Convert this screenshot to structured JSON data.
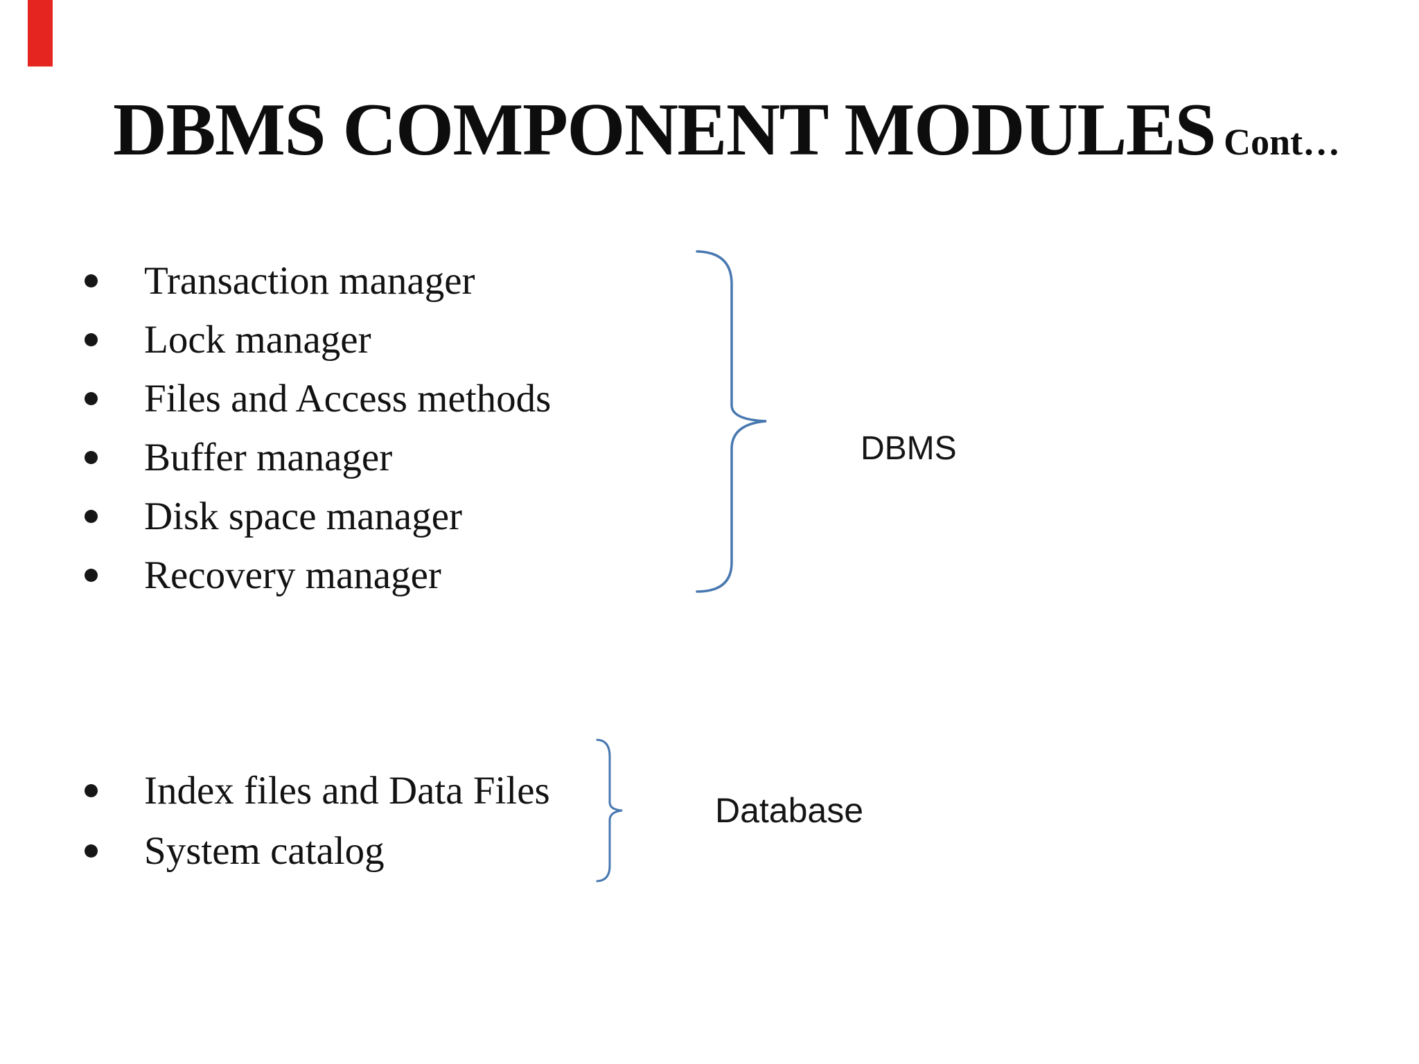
{
  "slide": {
    "decoration": {
      "red_bar_color": "#e5251f"
    },
    "title": {
      "main": "DBMS COMPONENT MODULES",
      "suffix": "Cont…"
    },
    "groups": [
      {
        "label": "DBMS",
        "items": [
          "Transaction manager",
          "Lock manager",
          "Files and Access methods",
          "Buffer manager",
          "Disk space manager",
          "Recovery manager"
        ]
      },
      {
        "label": "Database",
        "items": [
          "Index files and Data Files",
          "System catalog"
        ]
      }
    ],
    "brace_color": "#4878b0",
    "text_color": "#111111",
    "background_color": "#ffffff"
  }
}
